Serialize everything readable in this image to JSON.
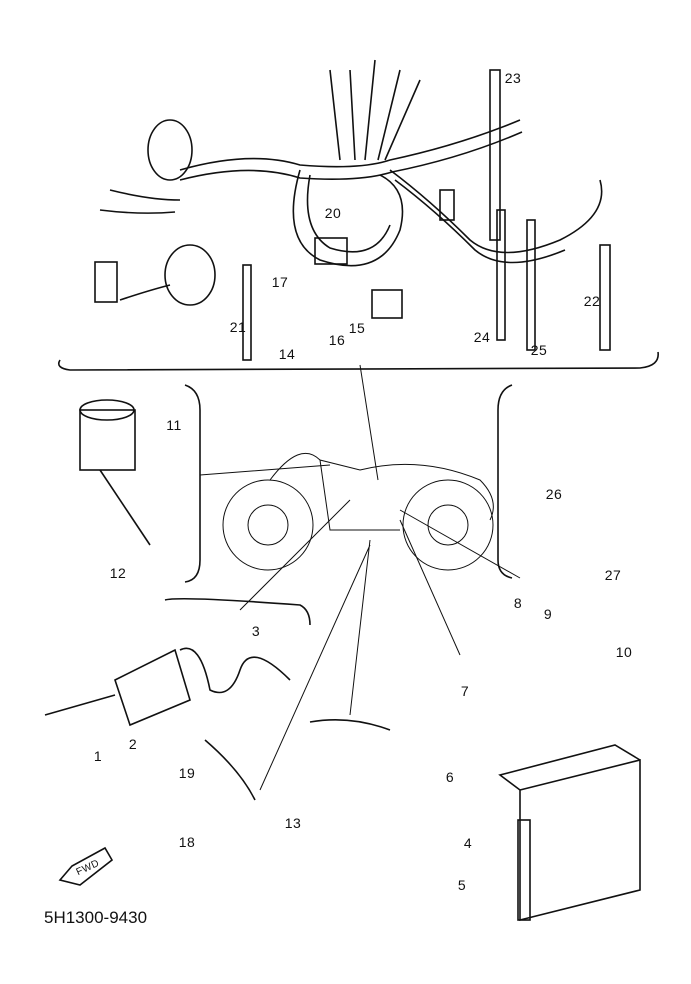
{
  "diagram": {
    "part_code": "5H1300-9430",
    "direction_label": "FWD",
    "callouts": [
      "23",
      "20",
      "17",
      "15",
      "16",
      "14",
      "21",
      "24",
      "25",
      "22",
      "11",
      "12",
      "26",
      "27",
      "3",
      "8",
      "9",
      "10",
      "7",
      "1",
      "2",
      "19",
      "18",
      "13",
      "6",
      "4",
      "5"
    ]
  }
}
